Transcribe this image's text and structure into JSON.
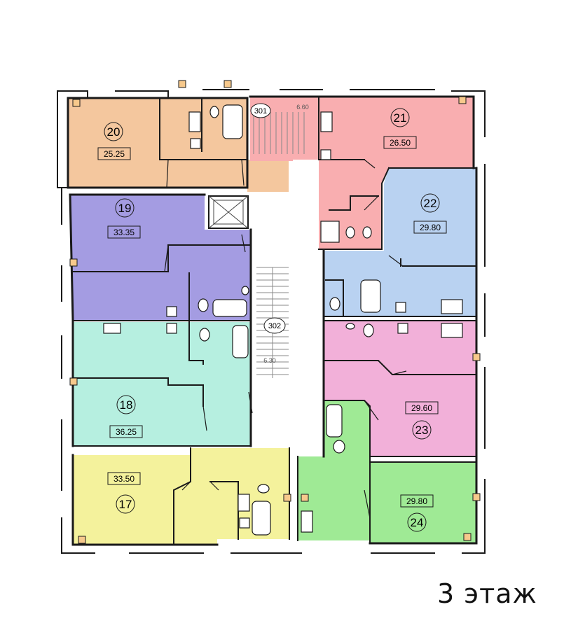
{
  "floor_label": "3 этаж",
  "colors": {
    "apt_20": "#f4c79e",
    "apt_21": "#f9aeb0",
    "apt_22": "#b9d2f1",
    "apt_19": "#a49ce2",
    "apt_18": "#b6efe0",
    "apt_23": "#f2b0d9",
    "apt_17": "#f4f29c",
    "apt_24": "#9fea95",
    "wall": "#1a1a1a"
  },
  "apartments": [
    {
      "id": "apt_20",
      "number": "20",
      "area": "25.25"
    },
    {
      "id": "apt_21",
      "number": "21",
      "area": "26.50"
    },
    {
      "id": "apt_22",
      "number": "22",
      "area": "29.80"
    },
    {
      "id": "apt_19",
      "number": "19",
      "area": "33.35"
    },
    {
      "id": "apt_18",
      "number": "18",
      "area": "36.25"
    },
    {
      "id": "apt_23",
      "number": "23",
      "area": "29.60"
    },
    {
      "id": "apt_17",
      "number": "17",
      "area": "33.50"
    },
    {
      "id": "apt_24",
      "number": "24",
      "area": "29.80"
    }
  ],
  "common_rooms": [
    {
      "id": "room_301",
      "label": "301"
    },
    {
      "id": "room_302",
      "label": "302"
    }
  ],
  "stair_marks": [
    "6.60",
    "6.30"
  ]
}
